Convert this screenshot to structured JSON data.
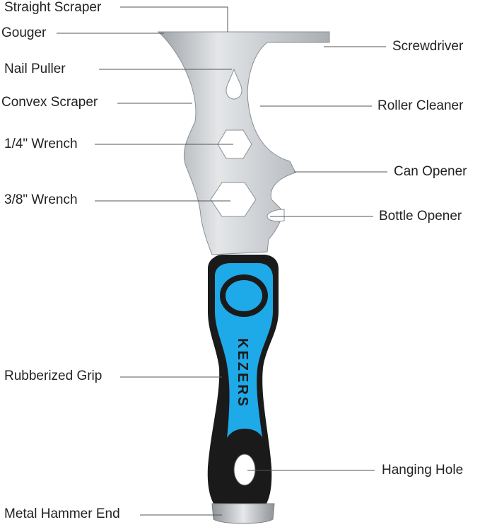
{
  "labels": {
    "straight_scraper": "Straight Scraper",
    "gouger": "Gouger",
    "nail_puller": "Nail Puller",
    "convex_scraper": "Convex Scraper",
    "wrench_quarter": "1/4\" Wrench",
    "wrench_three_eighths": "3/8\" Wrench",
    "rubberized_grip": "Rubberized Grip",
    "metal_hammer_end": "Metal Hammer End",
    "screwdriver": "Screwdriver",
    "roller_cleaner": "Roller Cleaner",
    "can_opener": "Can Opener",
    "bottle_opener": "Bottle Opener",
    "hanging_hole": "Hanging Hole"
  },
  "brand": "KEZERS",
  "colors": {
    "blade": "#c9cccf",
    "grip_blue": "#1ea9e8",
    "grip_black": "#1a1a1a",
    "leader_line": "#555555",
    "text": "#222222"
  }
}
